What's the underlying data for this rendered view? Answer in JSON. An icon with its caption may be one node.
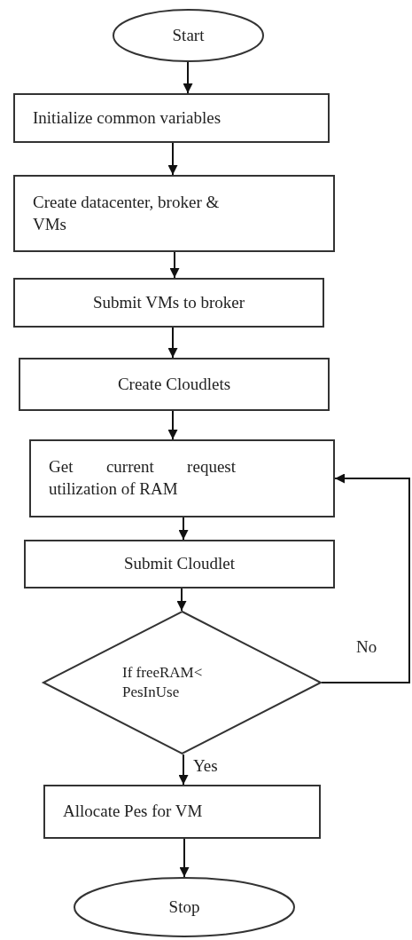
{
  "diagram": {
    "nodes": [
      {
        "text": [
          "Start"
        ]
      },
      {
        "text": [
          "Initialize common variables"
        ]
      },
      {
        "text": [
          "Create datacenter, broker & VMs"
        ]
      },
      {
        "text": [
          "Submit VMs to broker"
        ]
      },
      {
        "text": [
          "Create Cloudlets"
        ]
      },
      {
        "text": [
          "Get current request utilization of RAM"
        ]
      },
      {
        "text": [
          "Submit Cloudlet"
        ]
      },
      {
        "text": [
          "If freeRAM< PesInUse"
        ]
      },
      {
        "text": [
          "Allocate Pes for VM"
        ]
      },
      {
        "text": [
          "Stop"
        ]
      }
    ],
    "edges": [
      {
        "from": 0,
        "to": 1,
        "arrow": "to"
      },
      {
        "from": 1,
        "to": 2,
        "arrow": "to"
      },
      {
        "from": 2,
        "to": 3,
        "arrow": "to"
      },
      {
        "from": 3,
        "to": 4,
        "arrow": "to"
      },
      {
        "from": 4,
        "to": 5,
        "arrow": "to"
      },
      {
        "from": 5,
        "to": 6,
        "arrow": "to"
      },
      {
        "from": 6,
        "to": 7,
        "arrow": "to"
      },
      {
        "from": 7,
        "to": 8,
        "label": "Yes",
        "arrow": "to"
      },
      {
        "from": 8,
        "to": 9,
        "arrow": "to"
      },
      {
        "from": 7,
        "to": 5,
        "label": "No",
        "arrow": "to"
      }
    ]
  }
}
